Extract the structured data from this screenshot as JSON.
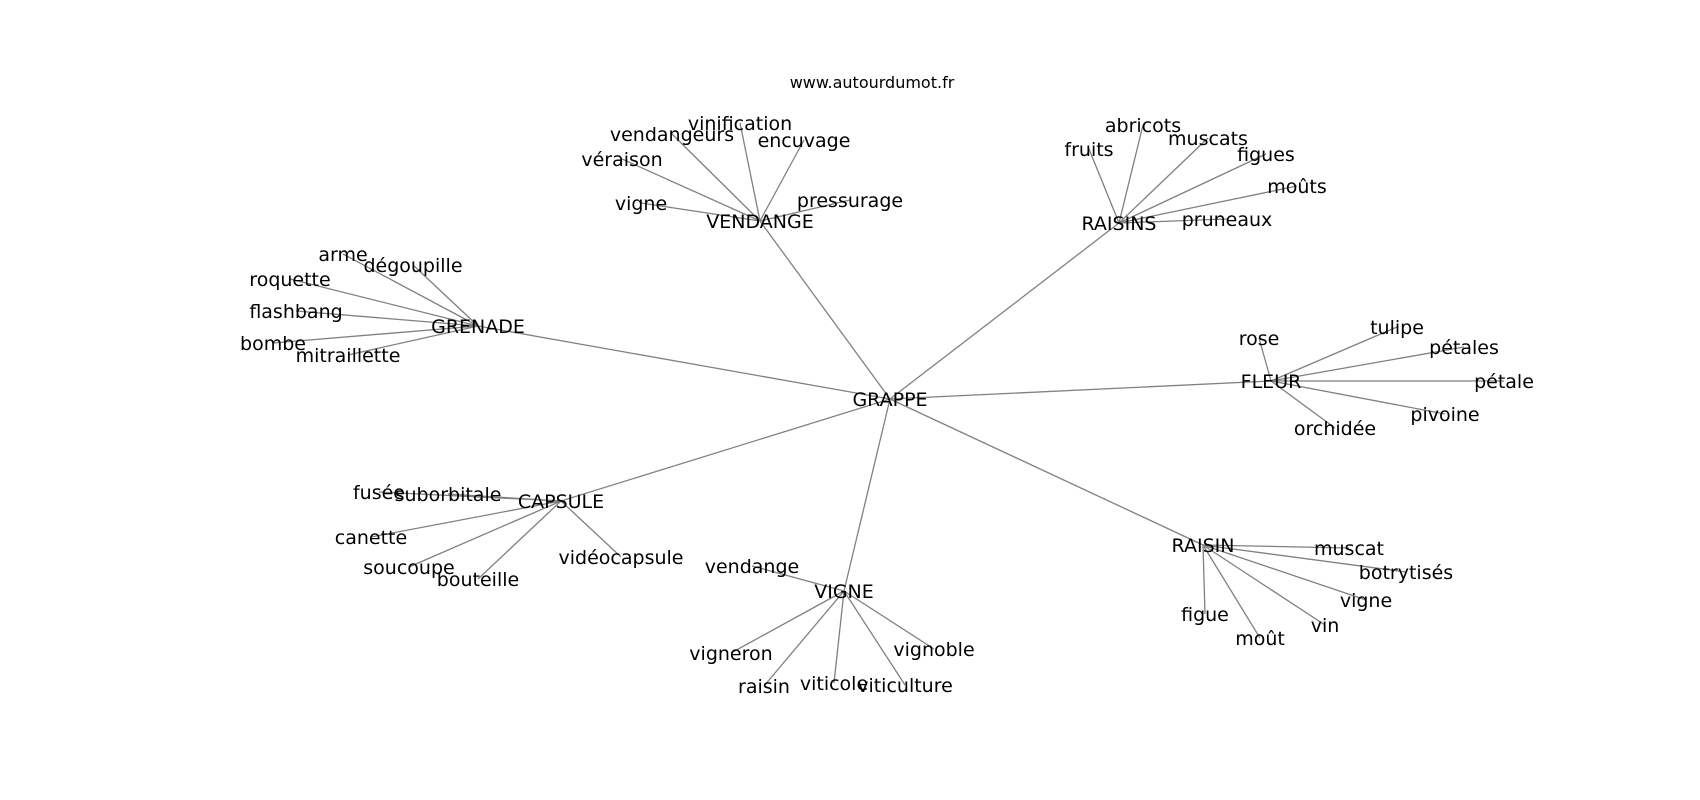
{
  "header": {
    "site": "www.autourdumot.fr"
  },
  "graph": {
    "center": "GRAPPE",
    "hubs": [
      {
        "label": "VENDANGE",
        "words": [
          "vinification",
          "vendangeurs",
          "encuvage",
          "véraison",
          "vigne",
          "pressurage"
        ]
      },
      {
        "label": "RAISINS",
        "words": [
          "abricots",
          "fruits",
          "muscats",
          "figues",
          "moûts",
          "pruneaux"
        ]
      },
      {
        "label": "GRENADE",
        "words": [
          "arme",
          "dégoupille",
          "roquette",
          "flashbang",
          "bombe",
          "mitraillette"
        ]
      },
      {
        "label": "FLEUR",
        "words": [
          "rose",
          "tulipe",
          "pétales",
          "pétale",
          "pivoine",
          "orchidée"
        ]
      },
      {
        "label": "CAPSULE",
        "words": [
          "fusée",
          "suborbitale",
          "canette",
          "soucoupe",
          "bouteille",
          "vidéocapsule"
        ]
      },
      {
        "label": "VIGNE",
        "words": [
          "vendange",
          "vigneron",
          "raisin",
          "viticole",
          "viticulture",
          "vignoble"
        ]
      },
      {
        "label": "RAISIN",
        "words": [
          "muscat",
          "botrytisés",
          "vigne",
          "vin",
          "moût",
          "figue"
        ]
      }
    ]
  }
}
